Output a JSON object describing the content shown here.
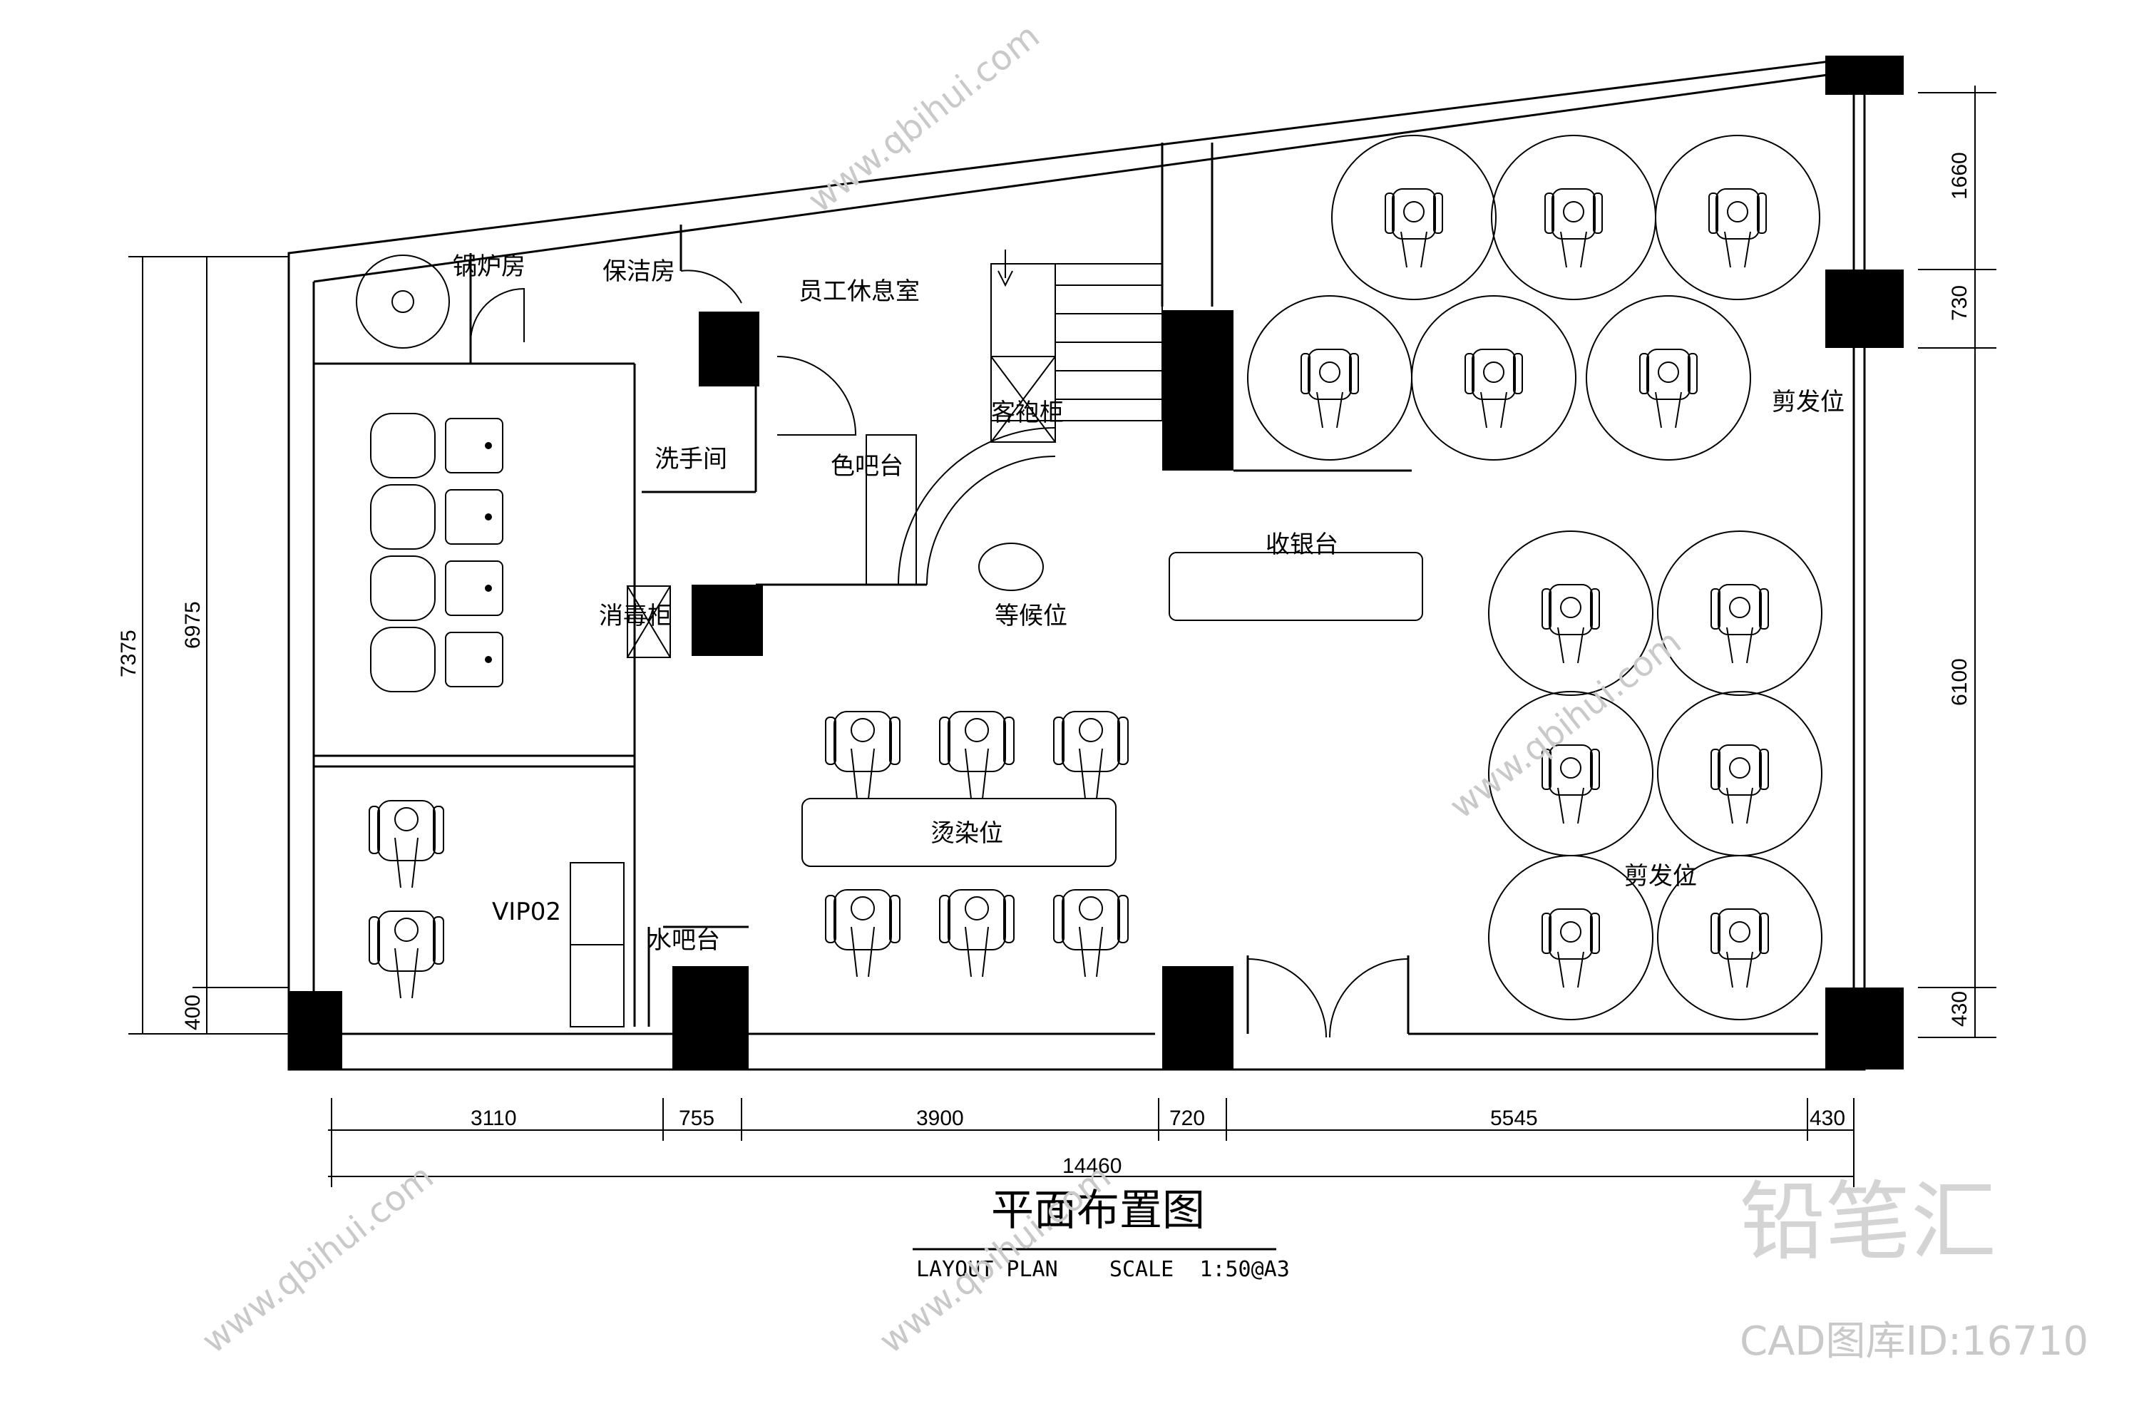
{
  "rooms": {
    "boiler_room": "锅炉房",
    "cleaning_room": "保洁房",
    "staff_lounge": "员工休息室",
    "robe_cabinet": "客袍柜",
    "handwash": "洗手间",
    "color_bar": "色吧台",
    "disinfection_cabinet": "消毒柜",
    "waiting": "等候位",
    "cashier": "收银台",
    "haircut_top": "剪发位",
    "haircut_bottom": "剪发位",
    "perm_dye": "烫染位",
    "vip": "VIP02",
    "water_bar": "水吧台"
  },
  "dimensions": {
    "left_outer": "7375",
    "left_inner": "6975",
    "left_bottom": "400",
    "right_top": "1660",
    "right_second": "730",
    "right_main": "6100",
    "right_bottom": "430",
    "bottom": [
      "3110",
      "755",
      "3900",
      "720",
      "5545",
      "430"
    ],
    "total": "14460"
  },
  "title": {
    "main": "平面布置图",
    "sub": "LAYOUT PLAN    SCALE  1:50@A3"
  },
  "watermark": {
    "brand": "铅笔汇",
    "url": "www.qbihui.com",
    "cad_id": "CAD图库ID:16710"
  }
}
